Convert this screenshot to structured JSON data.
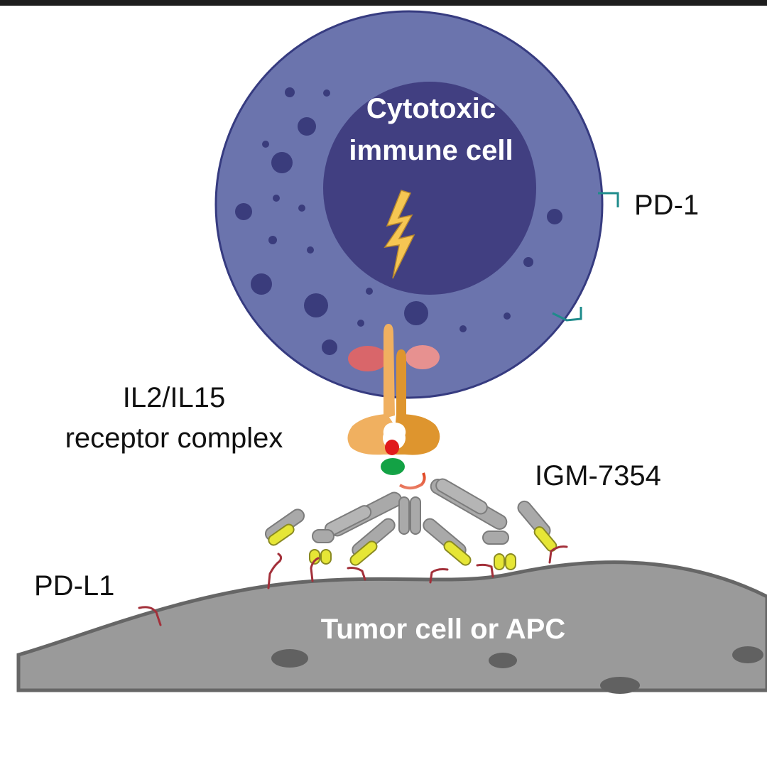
{
  "labels": {
    "immune_cell_line1": "Cytotoxic",
    "immune_cell_line2": "immune cell",
    "pd1": "PD-1",
    "receptor_line1": "IL2/IL15",
    "receptor_line2": "receptor complex",
    "drug": "IGM-7354",
    "pdl1": "PD-L1",
    "tumor": "Tumor cell or APC"
  },
  "colors": {
    "cell_body": "#6b74ad",
    "cell_outline": "#363b80",
    "nucleus": "#413f81",
    "granule": "#3a3c7c",
    "tumor": "#9a9a9a",
    "tumor_outline": "#666666",
    "pd1": "#1e8b8b",
    "pdl1": "#a3303a",
    "antibody": "#a9a9a9",
    "antibody_tip": "#e6e636",
    "receptor_light": "#f0b060",
    "receptor_dark": "#de952e",
    "receptor_pink": "#e27a76",
    "cytokine_red": "#e01b1b",
    "cytokine_green": "#13a245",
    "lightning": "#f6c653"
  }
}
